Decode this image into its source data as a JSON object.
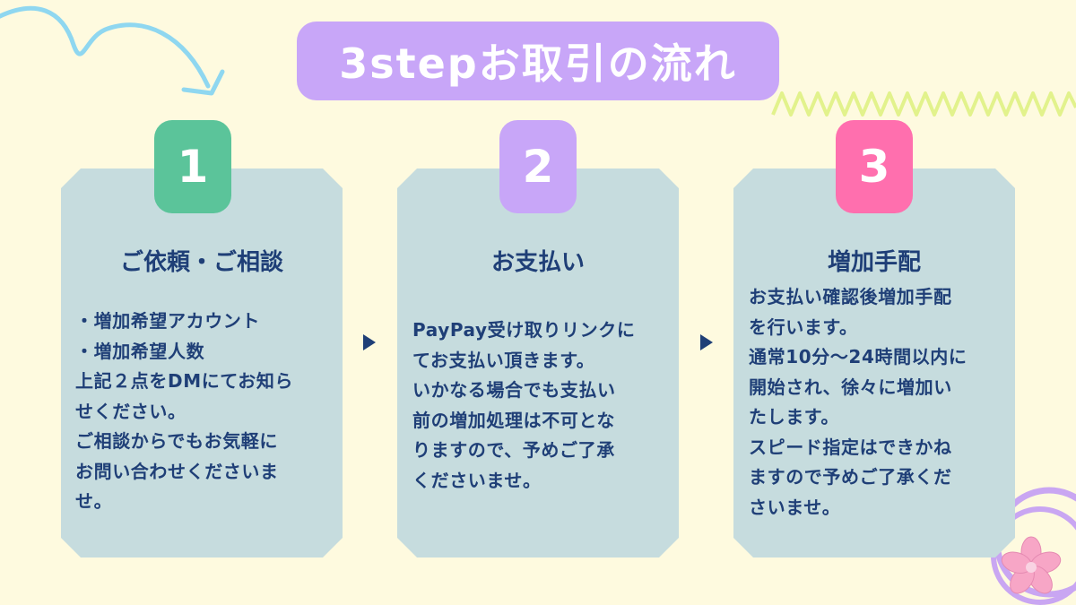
{
  "title": "3stepお取引の流れ",
  "colors": {
    "background": "#FEFADF",
    "title_pill": "#C8A6F8",
    "card": "#C6DCDE",
    "text": "#1F3F77",
    "badge_1": "#5BC49A",
    "badge_2": "#C8A6F8",
    "badge_3": "#FF6FAE"
  },
  "steps": [
    {
      "number": "1",
      "title": "ご依頼・ご相談",
      "lines": [
        "・増加希望アカウント",
        "・増加希望人数",
        "上記２点をDMにてお知ら",
        "せください。",
        "ご相談からでもお気軽に",
        "お問い合わせくださいま",
        "せ。"
      ]
    },
    {
      "number": "2",
      "title": "お支払い",
      "lines": [
        "PayPay受け取りリンクに",
        "てお支払い頂きます。",
        "いかなる場合でも支払い",
        "前の増加処理は不可とな",
        "りますので、予めご了承",
        "くださいませ。"
      ]
    },
    {
      "number": "3",
      "title": "増加手配",
      "lines": [
        "お支払い確認後増加手配",
        "を行います。",
        "通常10分～24時間以内に",
        "開始され、徐々に増加い",
        "たします。",
        "スピード指定はできかね",
        "ますので予めご了承くだ",
        "さいませ。"
      ]
    }
  ],
  "decorations": {
    "top_left": "curved-arrow-icon",
    "top_right": "zigzag-line",
    "bottom_right": "sakura-flower-icon"
  }
}
